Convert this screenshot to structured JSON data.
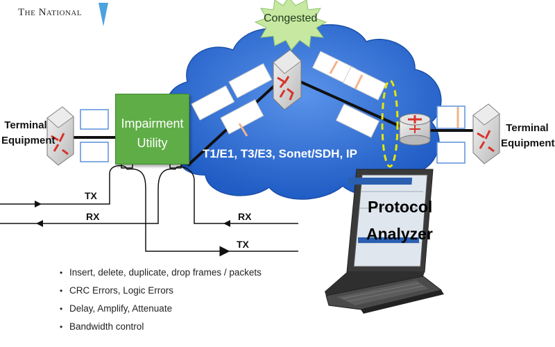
{
  "header": {
    "logo_text": "The National"
  },
  "labels": {
    "terminal_left_line1": "Terminal",
    "terminal_left_line2": "Equipment",
    "terminal_right_line1": "Terminal",
    "terminal_right_line2": "Equipment",
    "impairment_line1": "Impairment",
    "impairment_line2": "Utility",
    "congested": "Congested",
    "network": "T1/E1, T3/E3, Sonet/SDH, IP",
    "protocol_analyzer_line1": "Protocol",
    "protocol_analyzer_line2": "Analyzer",
    "tx_top": "TX",
    "rx_left": "RX",
    "rx_right": "RX",
    "tx_bottom": "TX"
  },
  "features": [
    "Insert, delete, duplicate, drop frames / packets",
    "CRC Errors, Logic Errors",
    "Delay, Amplify, Attenuate",
    "Bandwidth control"
  ],
  "colors": {
    "cloud": "#2f6fd6",
    "impairment_box": "#5fad46",
    "burst": "#c6e8a0",
    "router_arrow": "#d6332a",
    "dashed_ellipse": "#e6e600"
  }
}
